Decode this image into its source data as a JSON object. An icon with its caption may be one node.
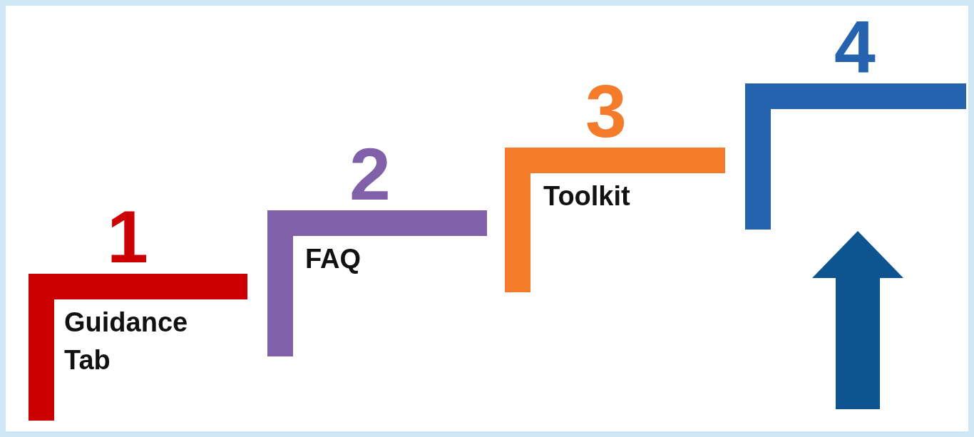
{
  "diagram": {
    "nodes": [
      {
        "text": [
          "1",
          "Guidance Tab"
        ]
      },
      {
        "text": [
          "2",
          "FAQ"
        ]
      },
      {
        "text": [
          "3",
          "Toolkit"
        ]
      },
      {
        "text": [
          "4"
        ]
      }
    ],
    "edges": [
      {
        "from": null,
        "to": 3,
        "arrow": "to"
      }
    ]
  }
}
